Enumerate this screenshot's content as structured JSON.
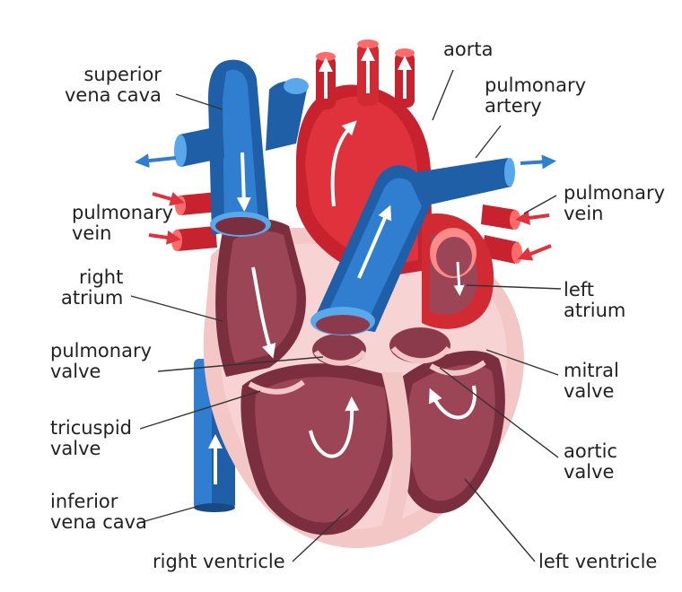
{
  "colors": {
    "blue_dark": "#1f5fa8",
    "blue": "#2f7ed0",
    "blue_light": "#5aa8ec",
    "red_dark": "#a8141f",
    "red": "#e0323c",
    "red_light": "#ff6b6b",
    "chamber_dark": "#7b2e3e",
    "chamber": "#9c4556",
    "chamber_light": "#b7606f",
    "wall": "#f4c7c7",
    "wall_light": "#fbe0e0",
    "flow_arrow": "#ffffff",
    "label_text": "#222222",
    "leader_line": "#333333"
  },
  "icons": [
    "flow-arrow",
    "blood-in-arrow",
    "blood-out-arrow"
  ],
  "labels": {
    "superior_vena_cava": [
      "superior",
      "vena cava"
    ],
    "aorta": [
      "aorta"
    ],
    "pulmonary_artery": [
      "pulmonary",
      "artery"
    ],
    "pulmonary_vein_left": [
      "pulmonary",
      "vein"
    ],
    "pulmonary_vein_right": [
      "pulmonary",
      "vein"
    ],
    "right_atrium": [
      "right",
      "atrium"
    ],
    "left_atrium": [
      "left",
      "atrium"
    ],
    "pulmonary_valve": [
      "pulmonary",
      "valve"
    ],
    "mitral_valve": [
      "mitral",
      "valve"
    ],
    "tricuspid_valve": [
      "tricuspid",
      "valve"
    ],
    "aortic_valve": [
      "aortic",
      "valve"
    ],
    "inferior_vena_cava": [
      "inferior",
      "vena cava"
    ],
    "right_ventricle": [
      "right ventricle"
    ],
    "left_ventricle": [
      "left ventricle"
    ]
  }
}
